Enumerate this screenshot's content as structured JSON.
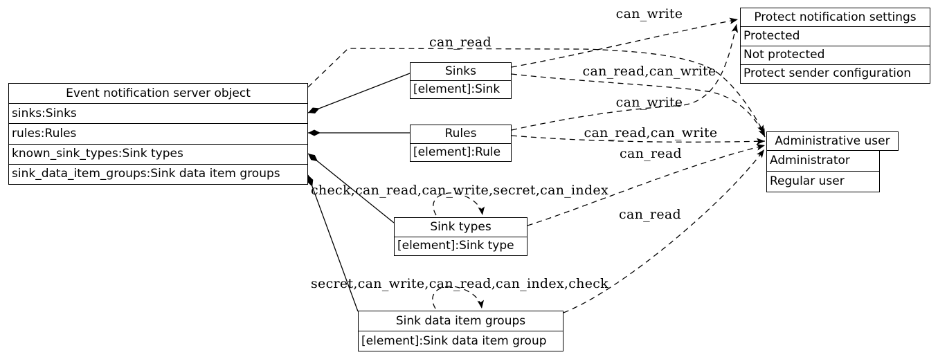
{
  "nodes": {
    "server": {
      "title": "Event notification server object",
      "fields": [
        "sinks:Sinks",
        "rules:Rules",
        "known_sink_types:Sink types",
        "sink_data_item_groups:Sink data item groups"
      ]
    },
    "sinks": {
      "title": "Sinks",
      "fields": [
        "[element]:Sink"
      ]
    },
    "rules": {
      "title": "Rules",
      "fields": [
        "[element]:Rule"
      ]
    },
    "sink_types": {
      "title": "Sink types",
      "fields": [
        "[element]:Sink type"
      ]
    },
    "sink_data_item_groups": {
      "title": "Sink data item groups",
      "fields": [
        "[element]:Sink data item group"
      ]
    },
    "protect_notification_settings": {
      "title": "Protect notification settings",
      "fields": [
        "Protected",
        "Not protected",
        "Protect sender configuration"
      ]
    },
    "administrative_user": {
      "title": "Administrative user",
      "fields": [
        "Administrator",
        "Regular user"
      ]
    }
  },
  "edge_labels": {
    "server_admin": "can_read",
    "sinks_pns": "can_write",
    "sinks_admin": "can_read,can_write",
    "rules_pns": "can_write",
    "rules_admin": "can_read,can_write",
    "sink_types_admin": "can_read",
    "sink_data_item_groups_admin": "can_read",
    "sink_types_self": "check,can_read,can_write,secret,can_index",
    "sink_data_item_groups_self": "secret,can_write,can_read,can_index,check"
  },
  "edges": [
    {
      "from": "server",
      "to": "sinks",
      "style": "solid-diamond",
      "label": ""
    },
    {
      "from": "server",
      "to": "rules",
      "style": "solid-diamond",
      "label": ""
    },
    {
      "from": "server",
      "to": "sink_types",
      "style": "solid-diamond",
      "label": ""
    },
    {
      "from": "server",
      "to": "sink_data_item_groups",
      "style": "solid-diamond",
      "label": ""
    },
    {
      "from": "server",
      "to": "administrative_user",
      "style": "dashed-arrow",
      "label": "can_read"
    },
    {
      "from": "sinks",
      "to": "protect_notification_settings",
      "style": "dashed-arrow",
      "label": "can_write"
    },
    {
      "from": "sinks",
      "to": "administrative_user",
      "style": "dashed-arrow",
      "label": "can_read,can_write"
    },
    {
      "from": "rules",
      "to": "protect_notification_settings",
      "style": "dashed-arrow",
      "label": "can_write"
    },
    {
      "from": "rules",
      "to": "administrative_user",
      "style": "dashed-arrow",
      "label": "can_read,can_write"
    },
    {
      "from": "sink_types",
      "to": "administrative_user",
      "style": "dashed-arrow",
      "label": "can_read"
    },
    {
      "from": "sink_data_item_groups",
      "to": "administrative_user",
      "style": "dashed-arrow",
      "label": "can_read"
    },
    {
      "from": "sink_types",
      "to": "sink_types",
      "style": "dashed-arrow",
      "label": "check,can_read,can_write,secret,can_index"
    },
    {
      "from": "sink_data_item_groups",
      "to": "sink_data_item_groups",
      "style": "dashed-arrow",
      "label": "secret,can_write,can_read,can_index,check"
    }
  ],
  "colors": {
    "line": "#000000",
    "box_fill": "#ffffff",
    "background": "#ffffff",
    "text": "#000000"
  }
}
